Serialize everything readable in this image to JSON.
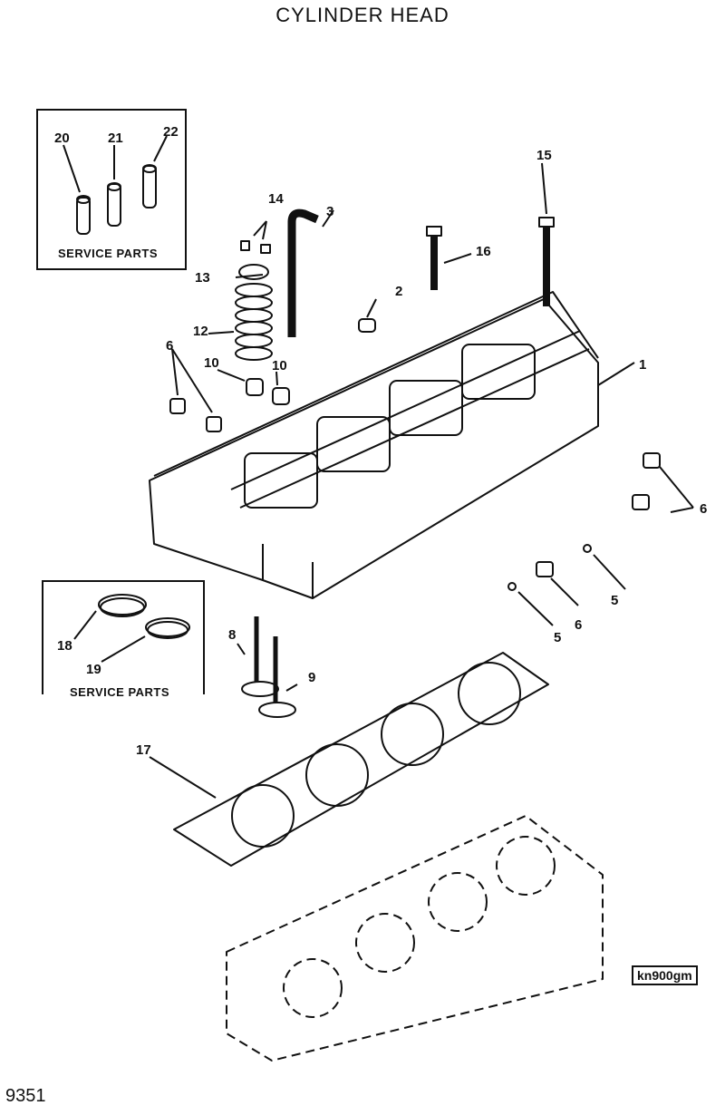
{
  "title": "CYLINDER  HEAD",
  "page_number": "9351",
  "reference_code": "kn900gm",
  "service_boxes": [
    {
      "label": "SERVICE PARTS",
      "items": [
        "20",
        "21",
        "22"
      ]
    },
    {
      "label": "SERVICE PARTS",
      "items": [
        "18",
        "19"
      ]
    }
  ],
  "callouts": [
    {
      "id": "1",
      "part": "cylinder-head"
    },
    {
      "id": "2",
      "part": "plug"
    },
    {
      "id": "3",
      "part": "tube"
    },
    {
      "id": "5",
      "part": "plug-small"
    },
    {
      "id": "6",
      "part": "plug-threaded"
    },
    {
      "id": "8",
      "part": "intake-valve"
    },
    {
      "id": "9",
      "part": "exhaust-valve"
    },
    {
      "id": "10",
      "part": "valve-seal"
    },
    {
      "id": "12",
      "part": "valve-spring"
    },
    {
      "id": "13",
      "part": "spring-retainer"
    },
    {
      "id": "14",
      "part": "valve-keepers"
    },
    {
      "id": "15",
      "part": "bolt-long"
    },
    {
      "id": "16",
      "part": "bolt"
    },
    {
      "id": "17",
      "part": "head-gasket"
    },
    {
      "id": "18",
      "part": "valve-seat-insert"
    },
    {
      "id": "19",
      "part": "valve-seat-insert"
    },
    {
      "id": "20",
      "part": "valve-guide"
    },
    {
      "id": "21",
      "part": "valve-guide"
    },
    {
      "id": "22",
      "part": "valve-guide"
    }
  ]
}
